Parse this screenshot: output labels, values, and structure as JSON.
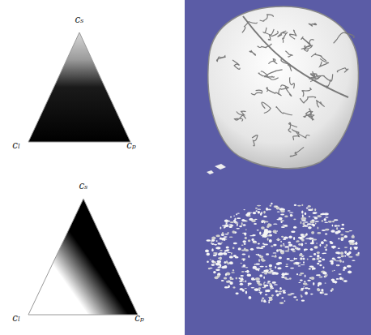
{
  "diagram": {
    "labels": [
      "cₛ",
      "cₗ",
      "cₚ",
      "cₛ",
      "cₗ",
      "cₚ"
    ]
  }
}
